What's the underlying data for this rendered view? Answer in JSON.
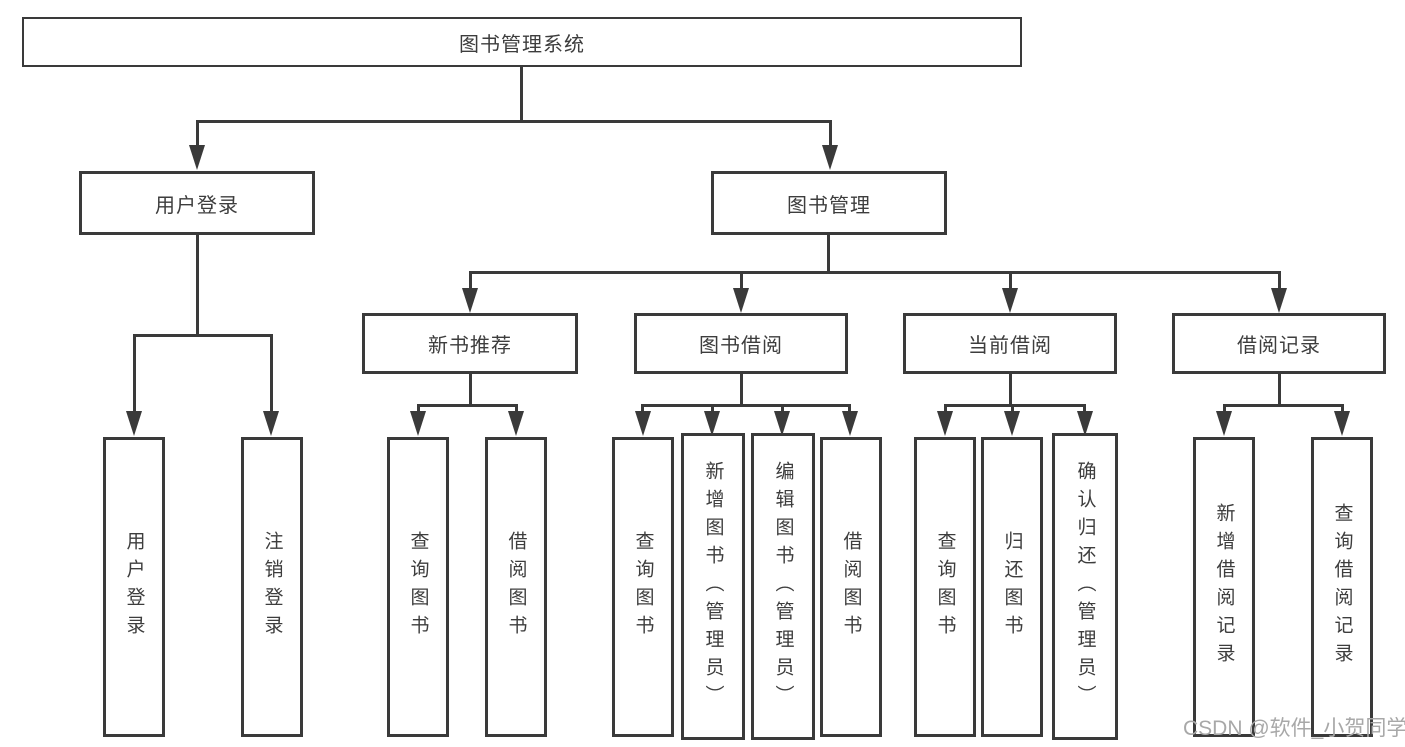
{
  "colors": {
    "line": "#3a3a3a",
    "box_border": "#3a3a3a",
    "text": "#3d3d3d",
    "watermark": "#a8a8a8",
    "background": "#ffffff"
  },
  "tree": {
    "root": "图书管理系统",
    "level2": {
      "user_login": "用户登录",
      "book_management": "图书管理"
    },
    "level3": {
      "new_book_recommend": "新书推荐",
      "book_borrow": "图书借阅",
      "current_borrow": "当前借阅",
      "borrow_records": "借阅记录"
    },
    "leaves": {
      "user_login": [
        "用户登录",
        "注销登录"
      ],
      "new_book_recommend": [
        "查询图书",
        "借阅图书"
      ],
      "book_borrow": [
        "查询图书",
        "新增图书（管理员）",
        "编辑图书（管理员）",
        "借阅图书"
      ],
      "current_borrow": [
        "查询图书",
        "归还图书",
        "确认归还（管理员）"
      ],
      "borrow_records": [
        "新增借阅记录",
        "查询借阅记录"
      ]
    }
  },
  "watermark": "CSDN @软件_小贺同学"
}
